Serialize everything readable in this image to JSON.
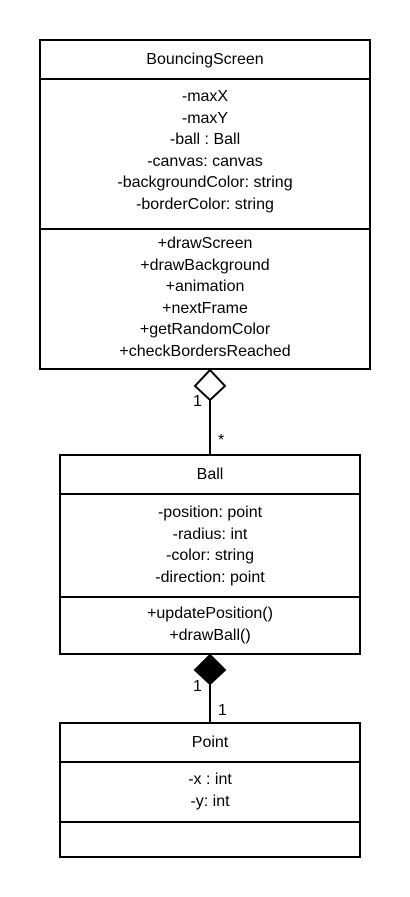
{
  "classes": {
    "bouncing_screen": {
      "name": "BouncingScreen",
      "attributes": [
        "-maxX",
        "-maxY",
        "-ball : Ball",
        "-canvas: canvas",
        "-backgroundColor: string",
        "-borderColor: string"
      ],
      "methods": [
        "+drawScreen",
        "+drawBackground",
        "+animation",
        "+nextFrame",
        "+getRandomColor",
        "+checkBordersReached"
      ]
    },
    "ball": {
      "name": "Ball",
      "attributes": [
        "-position: point",
        "-radius: int",
        "-color: string",
        "-direction: point"
      ],
      "methods": [
        "+updatePosition()",
        "+drawBall()"
      ]
    },
    "point": {
      "name": "Point",
      "attributes": [
        "-x : int",
        "-y: int"
      ],
      "methods": []
    }
  },
  "relations": {
    "aggregation": {
      "source_mult": "1",
      "target_mult": "*"
    },
    "composition": {
      "source_mult": "1",
      "target_mult": "1"
    }
  }
}
